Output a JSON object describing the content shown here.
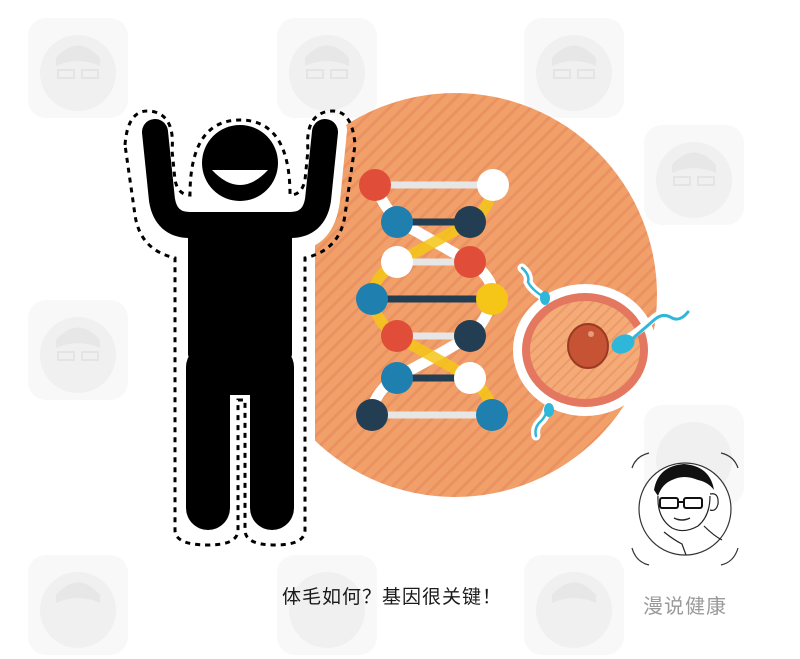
{
  "caption": {
    "text": "体毛如何？基因很关键！"
  },
  "brand": {
    "name": "漫说健康"
  },
  "colors": {
    "circle": "#f2a06a",
    "stripe": "#ea9060",
    "figure": "#000000",
    "dna_red": "#e04e3a",
    "dna_blue": "#1f7fae",
    "dna_navy": "#233e52",
    "dna_yellow": "#f5c518",
    "dna_white": "#ffffff",
    "sperm": "#2fb7d9",
    "egg_ring": "#e4775f",
    "egg_fill": "#f4ab78",
    "nucleus": "#c65334",
    "brand_text": "#9a9a9a"
  },
  "illustration": {
    "figure": "happy-person-arms-raised-icon",
    "dna": "dna-double-helix-icon",
    "cell": "egg-cell-with-sperm-icon",
    "logo": "cartoon-doctor-avatar-logo",
    "watermarks": "faded-avatar-watermark"
  }
}
